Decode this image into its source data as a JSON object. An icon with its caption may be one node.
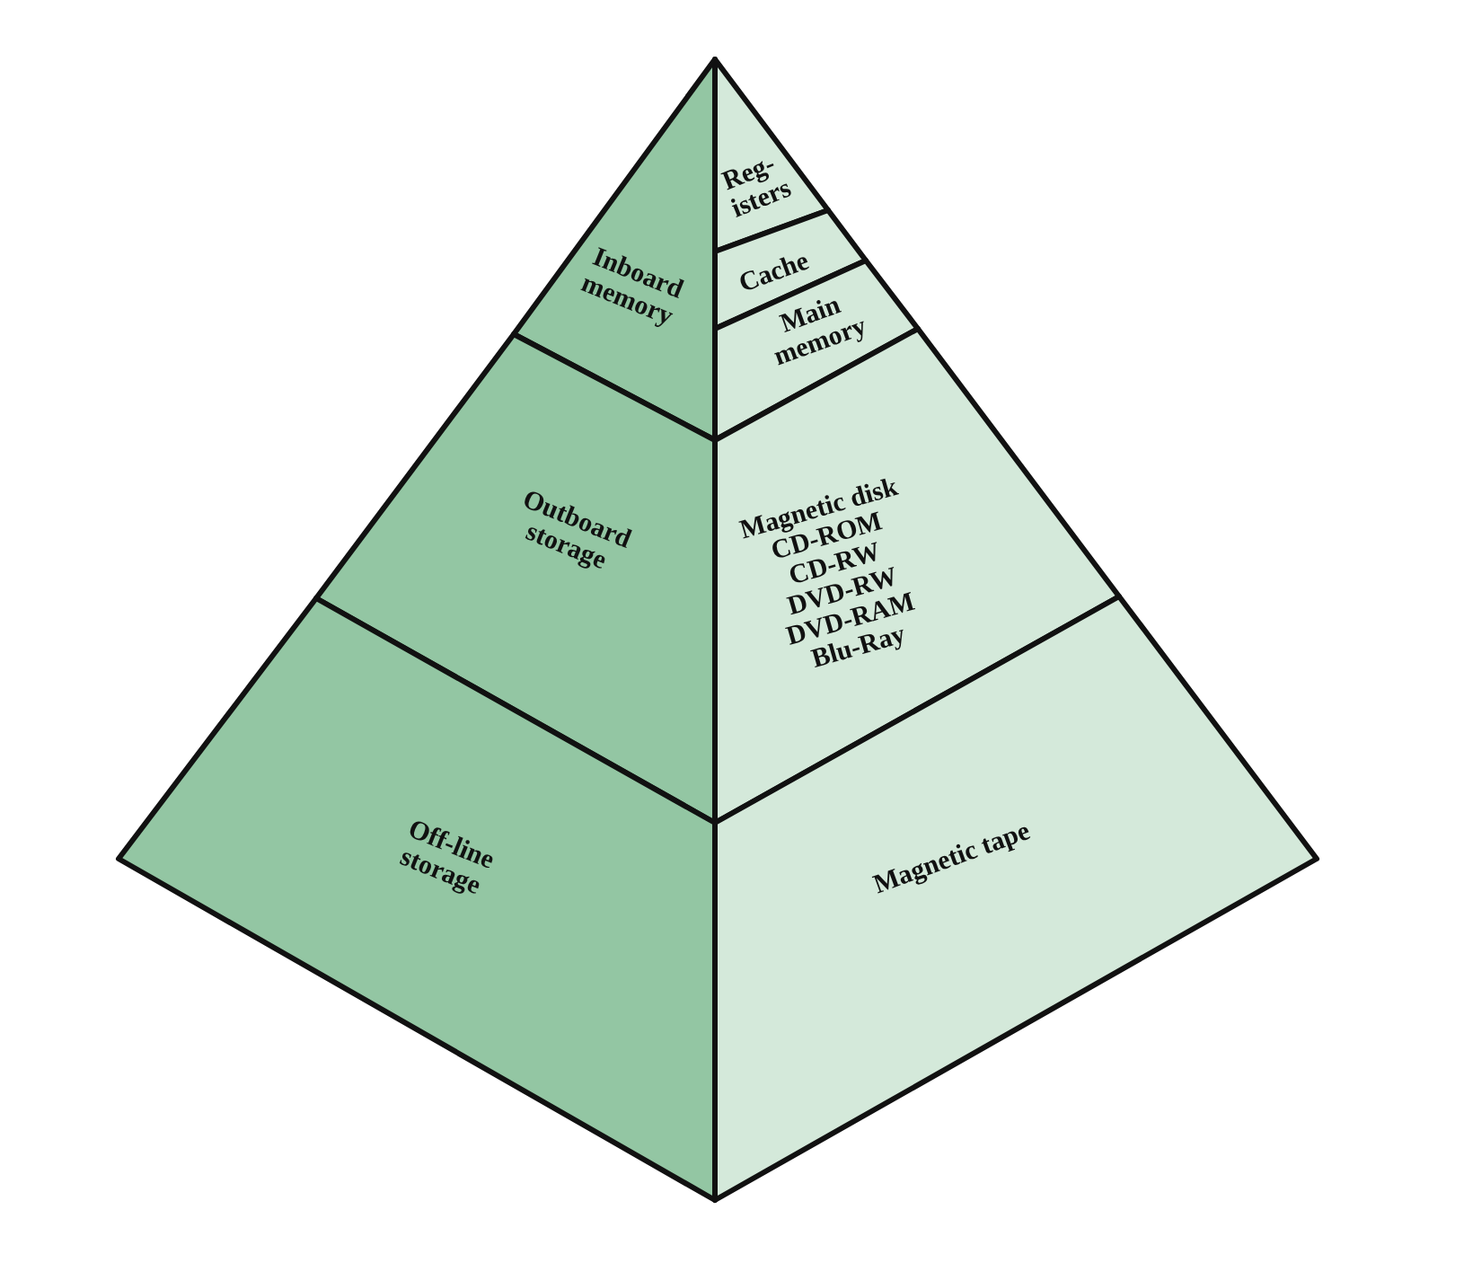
{
  "diagram": {
    "nodes": [
      {
        "text": [
          "Inboard memory"
        ]
      },
      {
        "text": [
          "Outboard storage"
        ]
      },
      {
        "text": [
          "Off-line storage"
        ]
      },
      {
        "text": [
          "Reg-isters"
        ]
      },
      {
        "text": [
          "Cache"
        ]
      },
      {
        "text": [
          "Main memory"
        ]
      },
      {
        "text": [
          "Magnetic disk",
          "CD-ROM",
          "CD-RW",
          "DVD-RW",
          "DVD-RAM",
          "Blu-Ray"
        ]
      },
      {
        "text": [
          "Magnetic tape"
        ]
      }
    ]
  }
}
